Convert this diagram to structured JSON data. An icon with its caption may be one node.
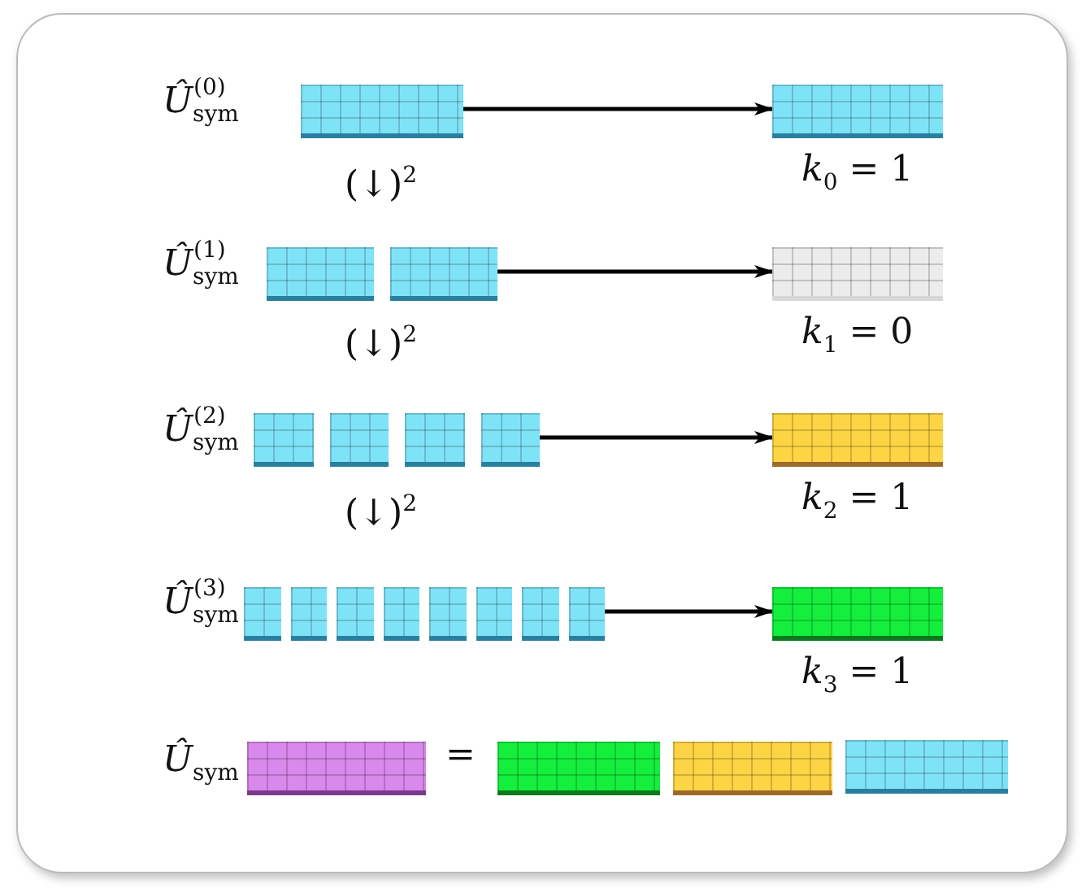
{
  "diagram": {
    "nodes": [
      {
        "text": [],
        "shape": "bar"
      },
      {
        "text": [],
        "shape": "bar",
        "beside": [
          "*k*$_{0}$ = 1"
        ]
      },
      {
        "text": [],
        "shape": "bar"
      },
      {
        "text": [],
        "shape": "bar",
        "beside": [
          "*k*$_{1}$ = 0"
        ]
      },
      {
        "text": [],
        "shape": "bar"
      },
      {
        "text": [],
        "shape": "bar",
        "beside": [
          "*k*$_{2}$ = 1"
        ]
      },
      {
        "text": [],
        "shape": "bar"
      },
      {
        "text": [],
        "shape": "bar",
        "beside": [
          "*k*$_{3}$ = 1"
        ]
      },
      {
        "text": [],
        "shape": "bar"
      },
      {
        "text": [],
        "shape": "bar"
      },
      {
        "text": [],
        "shape": "bar"
      },
      {
        "text": [],
        "shape": "bar"
      }
    ],
    "edges": [
      {
        "from": 0,
        "to": 1,
        "arrow": "to"
      },
      {
        "from": 2,
        "to": 3,
        "arrow": "to"
      },
      {
        "from": 4,
        "to": 5,
        "arrow": "to"
      },
      {
        "from": 6,
        "to": 7,
        "arrow": "to"
      }
    ],
    "labels": [
      "*Û*$_{sym}$$^{(0)}$",
      "(↓)$^{2}$",
      "*Û*$_{sym}$$^{(1)}$",
      "(↓)$^{2}$",
      "*Û*$_{sym}$$^{(2)}$",
      "(↓)$^{2}$",
      "*Û*$_{sym}$$^{(3)}$",
      "*Û*$_{sym}$",
      "="
    ]
  }
}
